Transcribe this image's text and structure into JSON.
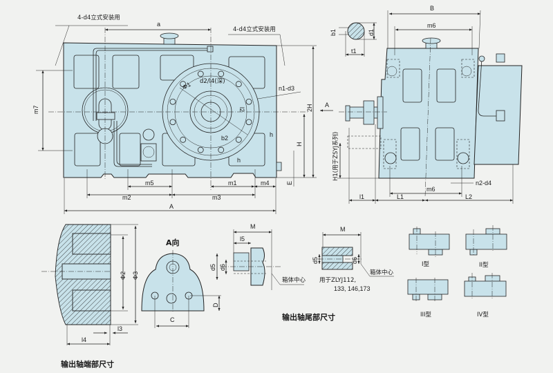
{
  "front_view": {
    "mount_note_left": "4-d4立式安装用",
    "mount_note_right": "4-d4立式安装用",
    "dims": {
      "a": "a",
      "A": "A",
      "m1": "m1",
      "m2": "m2",
      "m3": "m3",
      "m4": "m4",
      "m5": "m5",
      "m7": "m7",
      "twoH": "2H",
      "H": "H",
      "E": "E",
      "h_top": "h",
      "h_bottom": "h",
      "n1d3": "n1-d3",
      "d2l4": "d2/l4(深)",
      "phi1": "Φ1",
      "l2": "l2",
      "b2": "b2"
    }
  },
  "side_view": {
    "dims": {
      "B": "B",
      "m6_top": "m6",
      "m6_bottom": "m6",
      "b1": "b1",
      "d1": "d1",
      "t1": "t1",
      "A_arrow": "A",
      "H1": "H1(用于ZSYJ系列)",
      "l1": "l1",
      "L1": "L1",
      "L2": "L2",
      "n2d4": "n2-d4"
    }
  },
  "output_shaft_end": {
    "title": "输出轴端部尺寸",
    "dims": {
      "phi2": "Φ2",
      "phi3": "Φ3",
      "l3": "l3",
      "l4": "l4"
    }
  },
  "a_view": {
    "title": "A向",
    "dims": {
      "C": "C",
      "D": "D"
    }
  },
  "output_shaft_tail": {
    "title": "输出轴尾部尺寸",
    "left": {
      "M": "M",
      "l5": "l5",
      "d5": "d5",
      "d6": "d6",
      "center": "箱体中心"
    },
    "right": {
      "M": "M",
      "d5": "d5",
      "d6": "d6",
      "center": "箱体中心",
      "note_line1": "用于ZLYJ112,",
      "note_line2": "133, 146,173"
    }
  },
  "types": [
    "I型",
    "II型",
    "III型",
    "IV型"
  ],
  "colors": {
    "body_fill": "#c8e2ea",
    "line": "#222222",
    "background": "#f1f2f0"
  }
}
